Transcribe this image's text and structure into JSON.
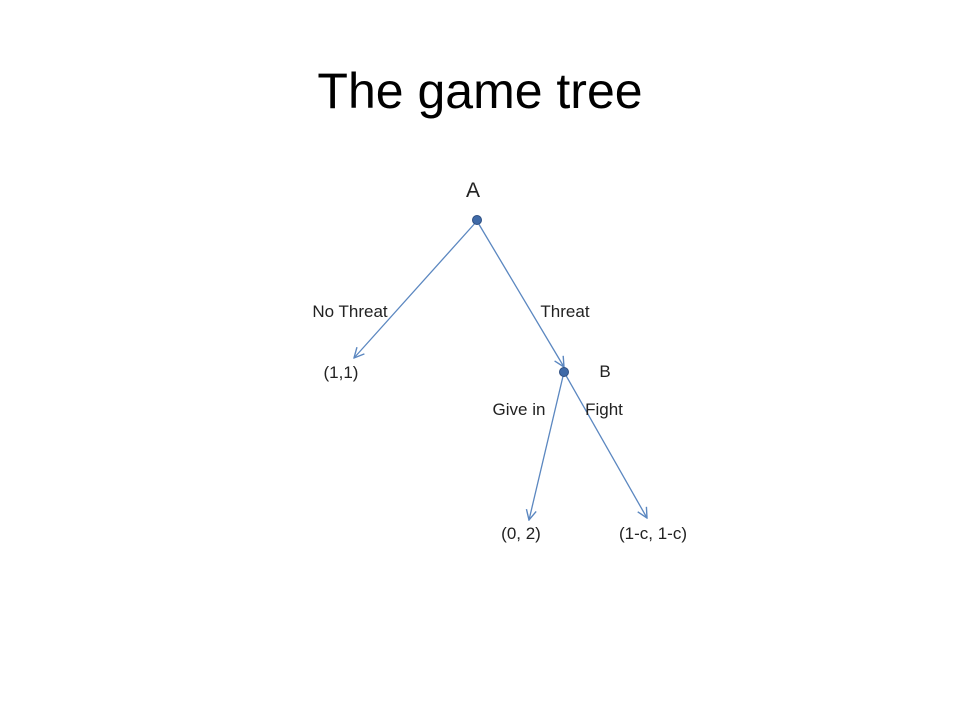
{
  "slide": {
    "title": "The game tree"
  },
  "tree": {
    "colors": {
      "edge": "#5B87C0",
      "node_fill": "#3F6AA8",
      "node_stroke": "#2E4F82"
    },
    "nodes": {
      "root": {
        "label": "A"
      },
      "b": {
        "label": "B"
      }
    },
    "edges": {
      "no_threat": {
        "label": "No Threat"
      },
      "threat": {
        "label": "Threat"
      },
      "give_in": {
        "label": "Give in"
      },
      "fight": {
        "label": "Fight"
      }
    },
    "payoffs": {
      "no_threat": "(1,1)",
      "give_in": "(0, 2)",
      "fight": "(1-c, 1-c)"
    }
  }
}
